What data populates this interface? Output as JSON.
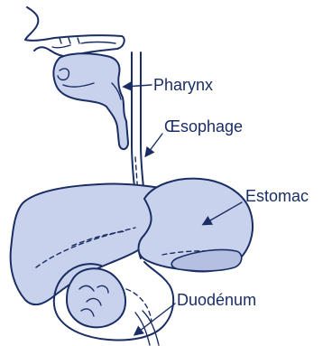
{
  "colors": {
    "ink": "#1a2e63",
    "fill": "#c9d2ec",
    "fill_dark": "#b4bfe2",
    "background": "#ffffff"
  },
  "labels": {
    "pharynx": "Pharynx",
    "oesophage": "Œsophage",
    "estomac": "Estomac",
    "duodenum": "Duodénum"
  }
}
